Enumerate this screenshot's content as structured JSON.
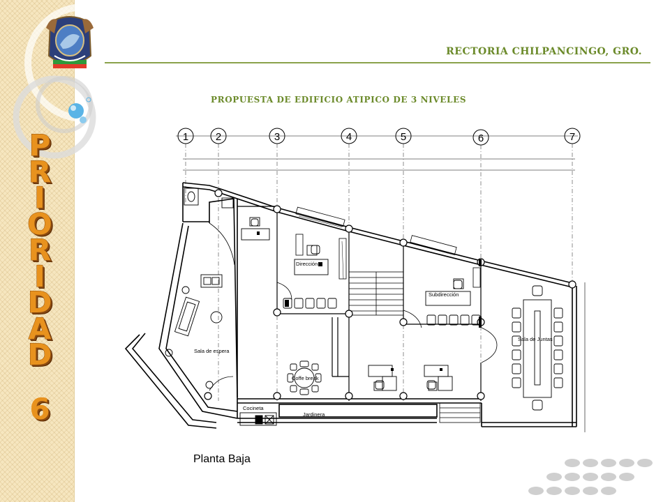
{
  "header": {
    "title": "RECTORIA CHILPANCINGO, GRO."
  },
  "plan": {
    "title": "PROPUESTA DE EDIFICIO ATIPICO DE 3 NIVELES",
    "floor_label": "Planta Baja",
    "axes": [
      "1",
      "2",
      "3",
      "4",
      "5",
      "6",
      "7"
    ],
    "rooms": {
      "waiting_room": "Sala de espera",
      "coffee_break": "Coffe break",
      "kitchenette": "Cocineta",
      "garden": "Jardinera",
      "meeting_room": "Sala de Juntas",
      "director": "Dirección",
      "subdirector": "Subdirección"
    }
  },
  "sidebar": {
    "letters": [
      "P",
      "R",
      "I",
      "O",
      "R",
      "I",
      "D",
      "A",
      "D"
    ],
    "number": "6"
  },
  "colors": {
    "accent_green": "#6b8a2a",
    "rule_green": "#8aa24a",
    "sidebar_bg": "#f6e6bf",
    "letter_orange": "#e8921e",
    "bubble_blue": "#5ab4e6"
  }
}
